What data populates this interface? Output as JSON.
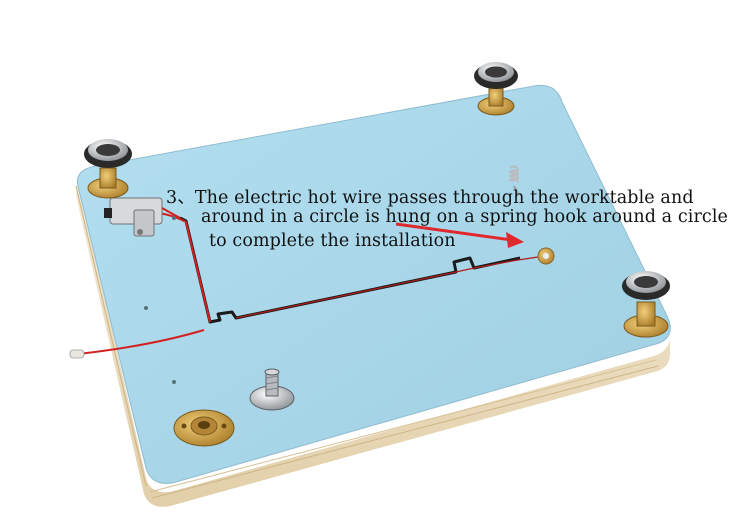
{
  "caption": {
    "line1": "3、The electric hot wire passes through the worktable and",
    "line2": "around in a circle is hung on a spring hook around a circle",
    "line3": "to complete the installation"
  },
  "colors": {
    "board_surface": "#a9d7e9",
    "board_edge": "#efe2c8",
    "slot": "#1b1b1b",
    "wire_red": "#d42020",
    "arrow_red": "#e0282d",
    "brass": "#c79a3c",
    "rubber": "#2a2a2a"
  },
  "icons": [
    "adjustable-foot-icon",
    "spring-hook-icon",
    "wire-clamp-icon",
    "thumb-screw-icon",
    "brass-flange-icon"
  ]
}
